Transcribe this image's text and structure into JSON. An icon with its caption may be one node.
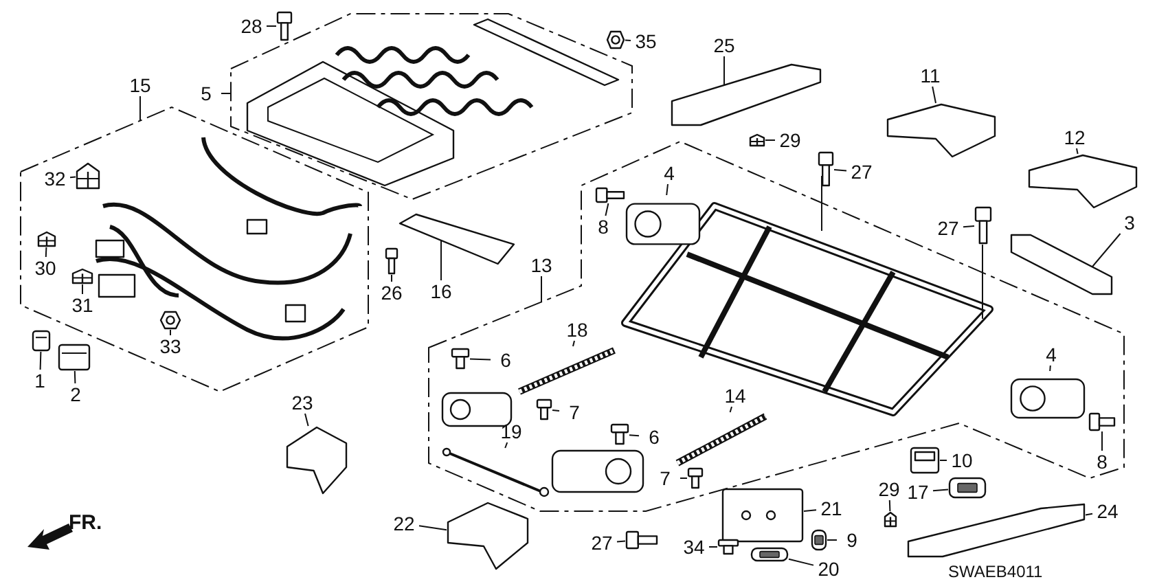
{
  "diagram": {
    "nodes": [
      {
        "text": [
          "28"
        ]
      },
      {
        "text": [],
        "shape": "picture"
      },
      {
        "text": [
          "35"
        ]
      },
      {
        "text": [],
        "shape": "picture"
      },
      {
        "text": [
          "5"
        ]
      },
      {
        "text": [],
        "shape": "box"
      },
      {
        "text": [
          "15"
        ]
      },
      {
        "text": [],
        "shape": "box"
      },
      {
        "text": [
          "32"
        ],
        "in": 7
      },
      {
        "text": [],
        "shape": "picture",
        "in": 7
      },
      {
        "text": [
          "30"
        ],
        "in": 7
      },
      {
        "text": [],
        "shape": "picture",
        "in": 7
      },
      {
        "text": [
          "31"
        ],
        "in": 7
      },
      {
        "text": [],
        "shape": "picture",
        "in": 7
      },
      {
        "text": [
          "33"
        ],
        "in": 7
      },
      {
        "text": [],
        "shape": "picture",
        "in": 7
      },
      {
        "text": [
          "25"
        ]
      },
      {
        "text": [],
        "shape": "picture"
      },
      {
        "text": [
          "29"
        ]
      },
      {
        "text": [],
        "shape": "picture"
      },
      {
        "text": [
          "11"
        ]
      },
      {
        "text": [],
        "shape": "picture"
      },
      {
        "text": [
          "12"
        ]
      },
      {
        "text": [],
        "shape": "picture"
      },
      {
        "text": [
          "27"
        ]
      },
      {
        "text": [],
        "shape": "picture"
      },
      {
        "text": [
          "27"
        ]
      },
      {
        "text": [],
        "shape": "picture"
      },
      {
        "text": [
          "3"
        ]
      },
      {
        "text": [],
        "shape": "picture"
      },
      {
        "text": [
          "13"
        ]
      },
      {
        "text": [],
        "shape": "box"
      },
      {
        "text": [
          "4"
        ],
        "in": 31
      },
      {
        "text": [],
        "shape": "picture",
        "in": 31
      },
      {
        "text": [
          "8"
        ],
        "in": 31
      },
      {
        "text": [],
        "shape": "picture",
        "in": 31
      },
      {
        "text": [
          "26"
        ]
      },
      {
        "text": [],
        "shape": "picture"
      },
      {
        "text": [
          "16"
        ]
      },
      {
        "text": [],
        "shape": "picture"
      },
      {
        "text": [
          "1"
        ]
      },
      {
        "text": [],
        "shape": "picture"
      },
      {
        "text": [
          "2"
        ]
      },
      {
        "text": [],
        "shape": "picture"
      },
      {
        "text": [
          "6"
        ],
        "in": 31
      },
      {
        "text": [],
        "shape": "picture",
        "in": 31
      },
      {
        "text": [
          "18"
        ],
        "in": 31
      },
      {
        "text": [],
        "shape": "picture",
        "in": 31
      },
      {
        "text": [
          "7"
        ],
        "in": 31
      },
      {
        "text": [],
        "shape": "picture",
        "in": 31
      },
      {
        "text": [
          "6"
        ],
        "in": 31
      },
      {
        "text": [],
        "shape": "picture",
        "in": 31
      },
      {
        "text": [
          "14"
        ],
        "in": 31
      },
      {
        "text": [],
        "shape": "picture",
        "in": 31
      },
      {
        "text": [
          "19"
        ],
        "in": 31
      },
      {
        "text": [],
        "shape": "picture",
        "in": 31
      },
      {
        "text": [
          "7"
        ],
        "in": 31
      },
      {
        "text": [],
        "shape": "picture",
        "in": 31
      },
      {
        "text": [
          "4"
        ],
        "in": 31
      },
      {
        "text": [],
        "shape": "picture",
        "in": 31
      },
      {
        "text": [
          "8"
        ],
        "in": 31
      },
      {
        "text": [],
        "shape": "picture",
        "in": 31
      },
      {
        "text": [
          "23"
        ]
      },
      {
        "text": [],
        "shape": "picture"
      },
      {
        "text": [
          "22"
        ]
      },
      {
        "text": [],
        "shape": "picture"
      },
      {
        "text": [
          "10"
        ]
      },
      {
        "text": [],
        "shape": "picture"
      },
      {
        "text": [
          "17"
        ]
      },
      {
        "text": [],
        "shape": "picture"
      },
      {
        "text": [
          "29"
        ]
      },
      {
        "text": [],
        "shape": "picture"
      },
      {
        "text": [
          "24"
        ]
      },
      {
        "text": [],
        "shape": "picture"
      },
      {
        "text": [
          "21"
        ]
      },
      {
        "text": [],
        "shape": "picture"
      },
      {
        "text": [
          "9"
        ]
      },
      {
        "text": [],
        "shape": "picture"
      },
      {
        "text": [
          "27"
        ]
      },
      {
        "text": [],
        "shape": "picture"
      },
      {
        "text": [
          "34"
        ]
      },
      {
        "text": [],
        "shape": "picture"
      },
      {
        "text": [
          "20"
        ]
      },
      {
        "text": [],
        "shape": "picture"
      }
    ],
    "edges": [
      {
        "from": 0,
        "to": 1,
        "arrow": "none"
      },
      {
        "from": 2,
        "to": 3,
        "arrow": "none"
      },
      {
        "from": 4,
        "to": 5,
        "arrow": "none"
      },
      {
        "from": 6,
        "to": 7,
        "arrow": "none"
      },
      {
        "from": 8,
        "to": 9,
        "arrow": "none"
      },
      {
        "from": 10,
        "to": 11,
        "arrow": "none"
      },
      {
        "from": 12,
        "to": 13,
        "arrow": "none"
      },
      {
        "from": 14,
        "to": 15,
        "arrow": "none"
      },
      {
        "from": 16,
        "to": 17,
        "arrow": "none"
      },
      {
        "from": 18,
        "to": 19,
        "arrow": "none"
      },
      {
        "from": 20,
        "to": 21,
        "arrow": "none"
      },
      {
        "from": 22,
        "to": 23,
        "arrow": "none"
      },
      {
        "from": 24,
        "to": 25,
        "arrow": "none"
      },
      {
        "from": 26,
        "to": 27,
        "arrow": "none"
      },
      {
        "from": 28,
        "to": 29,
        "arrow": "none"
      },
      {
        "from": 30,
        "to": 31,
        "arrow": "none"
      },
      {
        "from": 32,
        "to": 33,
        "arrow": "none"
      },
      {
        "from": 34,
        "to": 35,
        "arrow": "none"
      },
      {
        "from": 36,
        "to": 37,
        "arrow": "none"
      },
      {
        "from": 38,
        "to": 39,
        "arrow": "none"
      },
      {
        "from": 40,
        "to": 41,
        "arrow": "none"
      },
      {
        "from": 42,
        "to": 43,
        "arrow": "none"
      },
      {
        "from": 44,
        "to": 45,
        "arrow": "none"
      },
      {
        "from": 46,
        "to": 47,
        "arrow": "none"
      },
      {
        "from": 48,
        "to": 49,
        "arrow": "none"
      },
      {
        "from": 50,
        "to": 51,
        "arrow": "none"
      },
      {
        "from": 52,
        "to": 53,
        "arrow": "none"
      },
      {
        "from": 54,
        "to": 55,
        "arrow": "none"
      },
      {
        "from": 56,
        "to": 57,
        "arrow": "none"
      },
      {
        "from": 58,
        "to": 59,
        "arrow": "none"
      },
      {
        "from": 60,
        "to": 61,
        "arrow": "none"
      },
      {
        "from": 62,
        "to": 63,
        "arrow": "none"
      },
      {
        "from": 64,
        "to": 65,
        "arrow": "none"
      },
      {
        "from": 66,
        "to": 67,
        "arrow": "none"
      },
      {
        "from": 68,
        "to": 69,
        "arrow": "none"
      },
      {
        "from": 70,
        "to": 71,
        "arrow": "none"
      },
      {
        "from": 72,
        "to": 73,
        "arrow": "none"
      },
      {
        "from": 74,
        "to": 75,
        "arrow": "none"
      },
      {
        "from": 76,
        "to": 77,
        "arrow": "none"
      },
      {
        "from": 78,
        "to": 79,
        "arrow": "none"
      },
      {
        "from": 80,
        "to": 81,
        "arrow": "none"
      },
      {
        "from": 82,
        "to": 83,
        "arrow": "none"
      }
    ],
    "labels": [
      "FR.",
      "SWAEB4011"
    ]
  }
}
